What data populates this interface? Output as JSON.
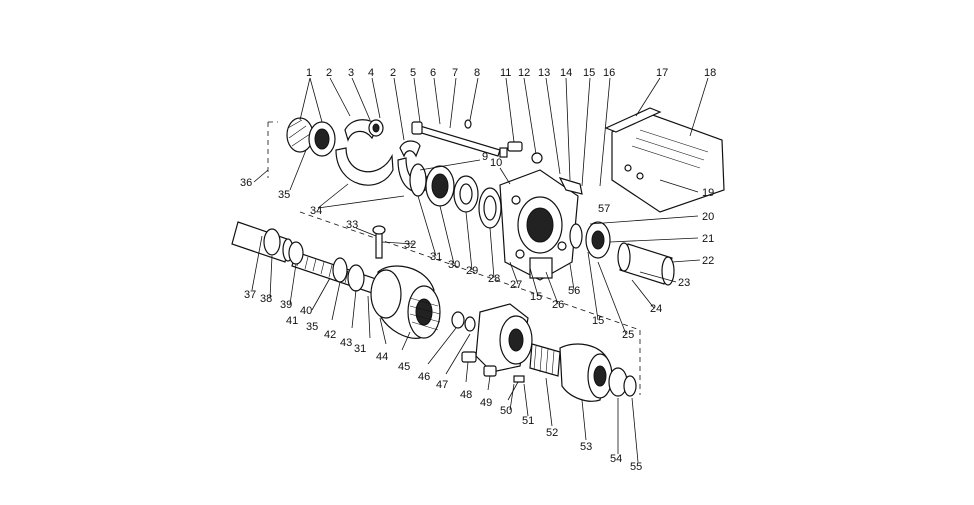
{
  "callouts": {
    "c1": "1",
    "c2": "2",
    "c3": "3",
    "c4": "4",
    "c2b": "2",
    "c5": "5",
    "c6": "6",
    "c7": "7",
    "c8": "8",
    "c11": "11",
    "c12": "12",
    "c13": "13",
    "c14": "14",
    "c15": "15",
    "c16": "16",
    "c17": "17",
    "c18": "18",
    "c9": "9",
    "c10": "10",
    "c19": "19",
    "c20": "20",
    "c21": "21",
    "c22": "22",
    "c23": "23",
    "c24": "24",
    "c25": "25",
    "c26": "26",
    "c27": "27",
    "c28": "28",
    "c29": "29",
    "c30": "30",
    "c31": "31",
    "c31b": "31",
    "c32": "32",
    "c33": "33",
    "c34": "34",
    "c35": "35",
    "c35b": "35",
    "c36": "36",
    "c37": "37",
    "c38": "38",
    "c39": "39",
    "c40": "40",
    "c41": "41",
    "c42": "42",
    "c43": "43",
    "c44": "44",
    "c45": "45",
    "c46": "46",
    "c47": "47",
    "c48": "48",
    "c49": "49",
    "c50": "50",
    "c51": "51",
    "c52": "52",
    "c53": "53",
    "c54": "54",
    "c55": "55",
    "c56": "56",
    "c57": "57",
    "c15b": "15",
    "c15c": "15"
  }
}
